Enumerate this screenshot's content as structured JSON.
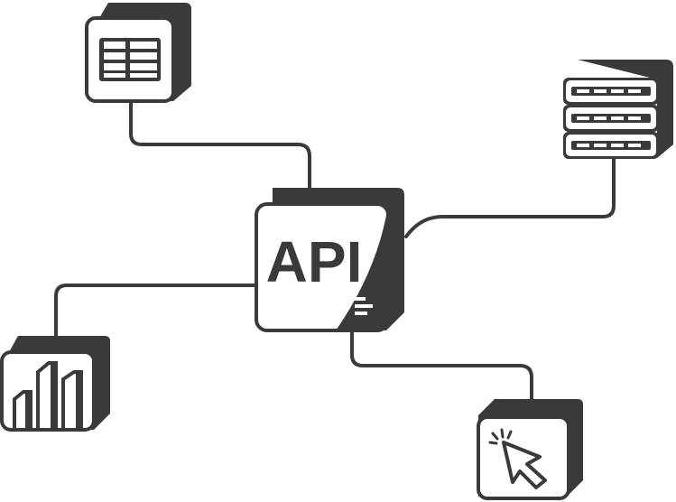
{
  "diagram": {
    "hub": {
      "label": "API"
    },
    "nodes": [
      {
        "id": "table",
        "icon": "table-grid-icon"
      },
      {
        "id": "server",
        "icon": "server-rack-icon"
      },
      {
        "id": "analytics",
        "icon": "bar-chart-icon"
      },
      {
        "id": "client",
        "icon": "cursor-click-icon"
      }
    ]
  },
  "colors": {
    "ink": "#3a3a3a",
    "paper": "#ffffff"
  }
}
